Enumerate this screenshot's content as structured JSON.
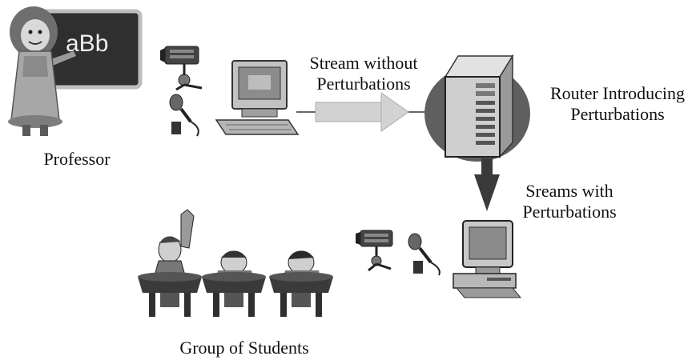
{
  "labels": {
    "professor": "Professor",
    "board_text": "aBb",
    "stream_without_line1": "Stream without",
    "stream_without_line2": "Perturbations",
    "router_line1": "Router Introducing",
    "router_line2": "Perturbations",
    "streams_with_line1": "Sreams with",
    "streams_with_line2": "Perturbations",
    "students": "Group of Students"
  },
  "icons": [
    "professor-at-blackboard-icon",
    "video-camera-icon",
    "microphone-icon",
    "desktop-computer-icon",
    "server-router-icon",
    "student-icon"
  ],
  "colors": {
    "light_arrow": "#d2d2d2",
    "dark_arrow": "#3a3a3a",
    "router_ellipse": "#5f5f5f",
    "blackboard": "#3c3c3c"
  }
}
